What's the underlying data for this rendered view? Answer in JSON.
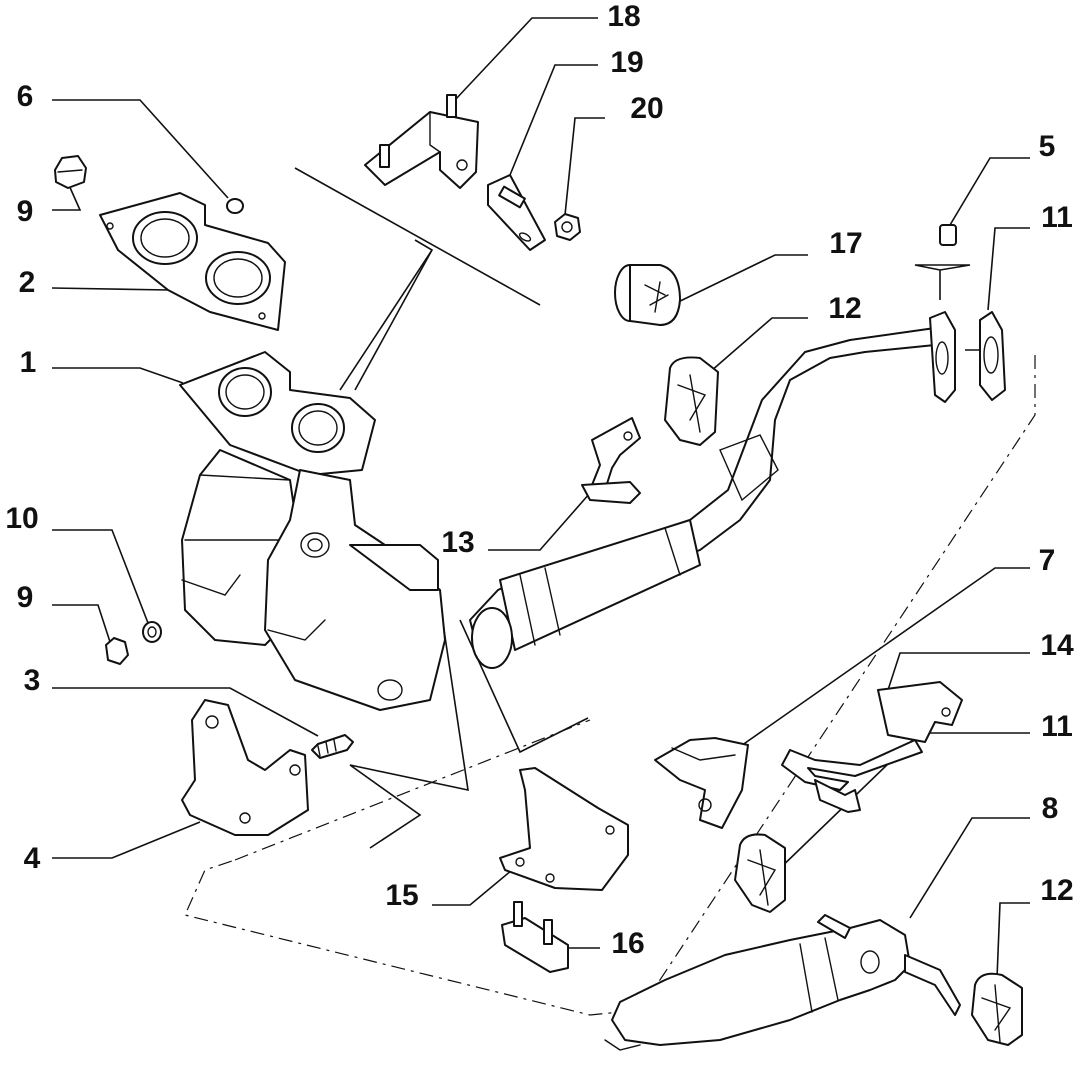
{
  "diagram": {
    "type": "exploded-parts-diagram",
    "callouts": [
      {
        "id": "c18",
        "label": "18"
      },
      {
        "id": "c19",
        "label": "19"
      },
      {
        "id": "c20",
        "label": "20"
      },
      {
        "id": "c6",
        "label": "6"
      },
      {
        "id": "c9a",
        "label": "9"
      },
      {
        "id": "c2",
        "label": "2"
      },
      {
        "id": "c1",
        "label": "1"
      },
      {
        "id": "c5",
        "label": "5"
      },
      {
        "id": "c11a",
        "label": "11"
      },
      {
        "id": "c17",
        "label": "17"
      },
      {
        "id": "c12a",
        "label": "12"
      },
      {
        "id": "c13",
        "label": "13"
      },
      {
        "id": "c10",
        "label": "10"
      },
      {
        "id": "c9b",
        "label": "9"
      },
      {
        "id": "c7",
        "label": "7"
      },
      {
        "id": "c14",
        "label": "14"
      },
      {
        "id": "c3",
        "label": "3"
      },
      {
        "id": "c11b",
        "label": "11"
      },
      {
        "id": "c8",
        "label": "8"
      },
      {
        "id": "c4",
        "label": "4"
      },
      {
        "id": "c15",
        "label": "15"
      },
      {
        "id": "c12b",
        "label": "12"
      },
      {
        "id": "c16",
        "label": "16"
      }
    ]
  }
}
